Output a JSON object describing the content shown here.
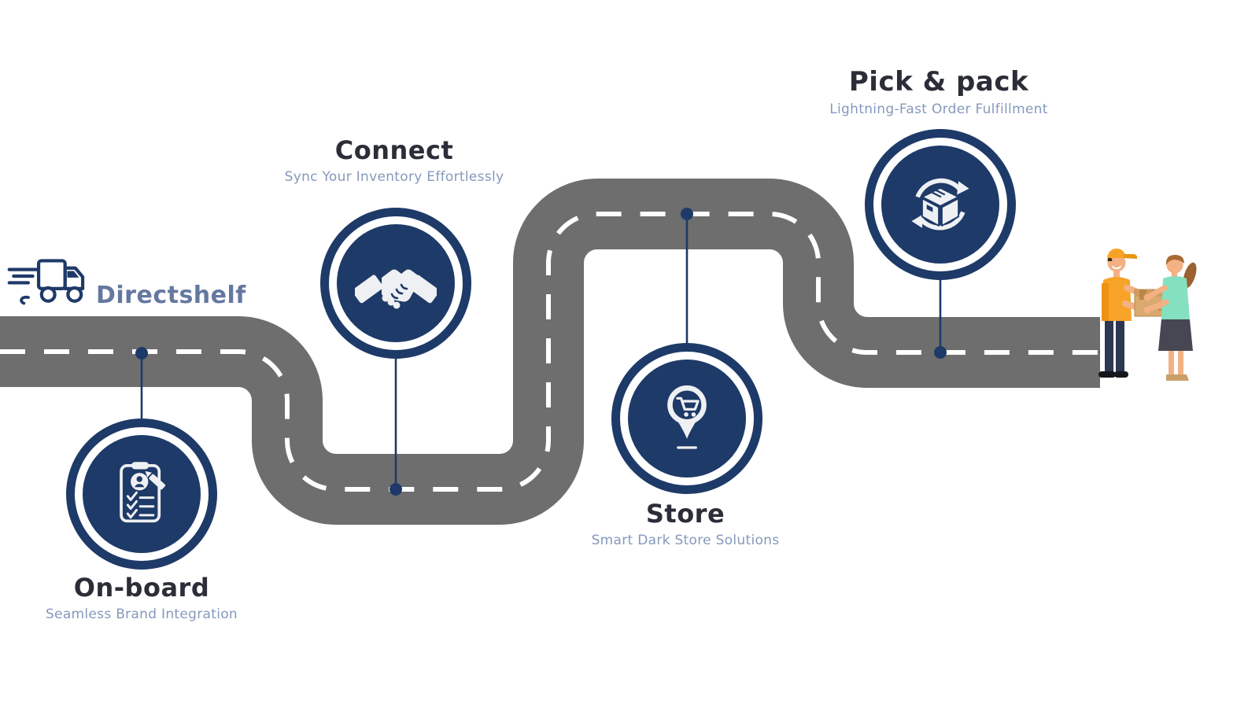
{
  "brand": {
    "name": "Directshelf",
    "icon": "delivery-truck-icon"
  },
  "steps": [
    {
      "id": "on-board",
      "title": "On-board",
      "subtitle": "Seamless Brand Integration",
      "icon": "clipboard-checklist-icon",
      "label_side": "below-road"
    },
    {
      "id": "connect",
      "title": "Connect",
      "subtitle": "Sync Your Inventory Effortlessly",
      "icon": "handshake-icon",
      "label_side": "above-road"
    },
    {
      "id": "store",
      "title": "Store",
      "subtitle": "Smart Dark Store Solutions",
      "icon": "cart-location-pin-icon",
      "label_side": "below-road"
    },
    {
      "id": "pick-pack",
      "title": "Pick & pack",
      "subtitle": "Lightning-Fast Order Fulfillment",
      "icon": "box-cycle-arrows-icon",
      "label_side": "above-road"
    }
  ],
  "illustration": {
    "name": "courier-handing-box-to-customer",
    "figures": [
      "delivery-man-icon",
      "customer-woman-icon",
      "cardboard-box-icon"
    ]
  },
  "colors": {
    "navy": "#1e3a68",
    "road_gray": "#6e6e6e",
    "road_dash": "#ffffff",
    "title_text": "#2b2d38",
    "subtitle_text": "#8599bb",
    "brand_text": "#64789f",
    "icon_fill": "#eef0f3",
    "shirt_orange": "#f7a327",
    "top_mint": "#85e0bf",
    "carton_tan": "#d9a96e"
  }
}
